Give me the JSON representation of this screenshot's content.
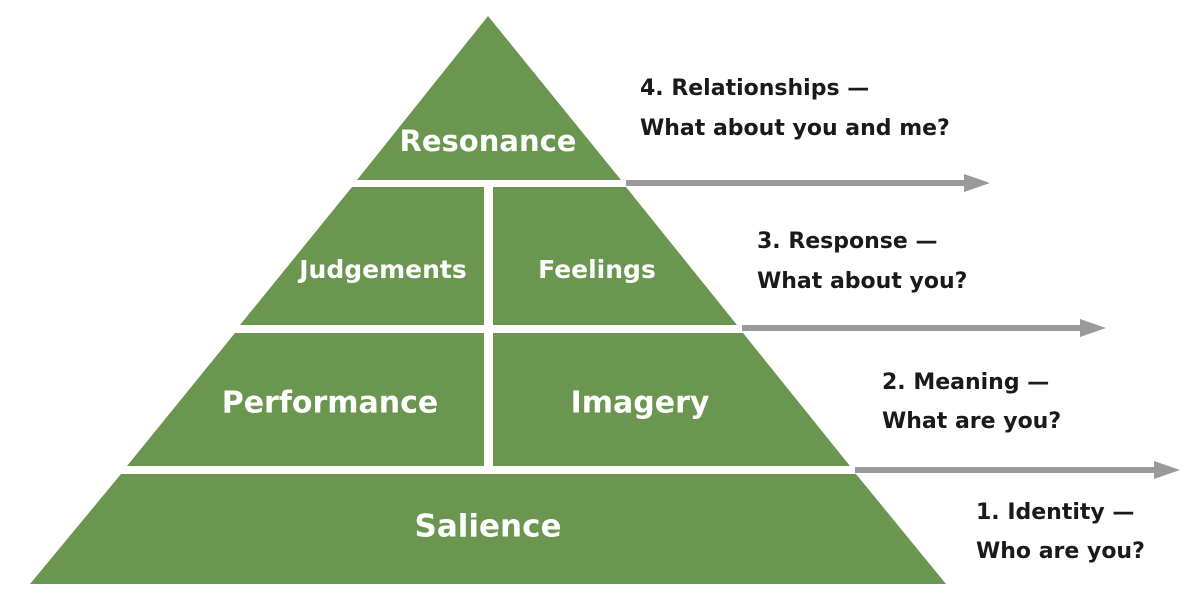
{
  "colors": {
    "block_green": "#6b9650",
    "arrow_gray": "#9a9a9a",
    "text_dark": "#1a1a1a",
    "label_white": "#ffffff"
  },
  "pyramid": {
    "tiers": [
      {
        "level": 4,
        "blocks": [
          {
            "label": "Resonance"
          }
        ]
      },
      {
        "level": 3,
        "blocks": [
          {
            "label": "Judgements"
          },
          {
            "label": "Feelings"
          }
        ]
      },
      {
        "level": 2,
        "blocks": [
          {
            "label": "Performance"
          },
          {
            "label": "Imagery"
          }
        ]
      },
      {
        "level": 1,
        "blocks": [
          {
            "label": "Salience"
          }
        ]
      }
    ]
  },
  "steps": [
    {
      "title": "4. Relationships —",
      "question": "What about you and me?"
    },
    {
      "title": "3. Response —",
      "question": "What about you?"
    },
    {
      "title": "2. Meaning —",
      "question": "What are you?"
    },
    {
      "title": "1. Identity —",
      "question": "Who are you?"
    }
  ]
}
